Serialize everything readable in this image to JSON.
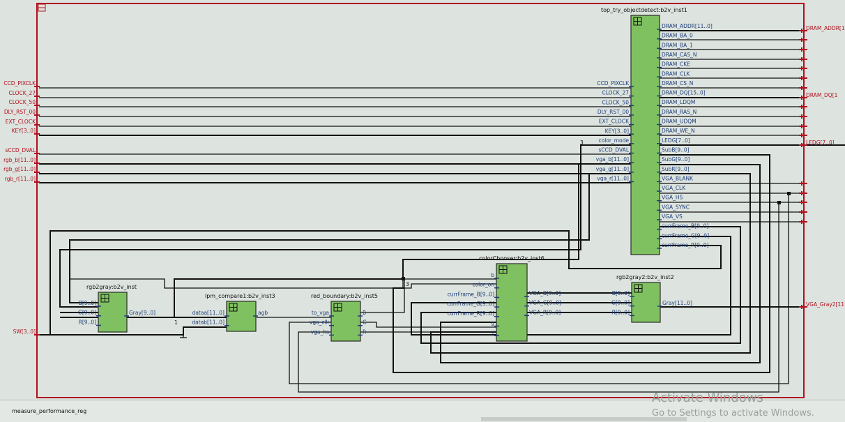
{
  "diagram": {
    "bottom_label": "measure_performance_reg",
    "watermark": {
      "line1": "Activate Windows",
      "line2": "Go to Settings to activate Windows."
    },
    "blocks": {
      "top": {
        "name": "top_try_objectdetect:b2v_inst1",
        "inputs": [
          "CCD_PIXCLK",
          "CLOCK_27",
          "CLOCK_50",
          "DLY_RST_00",
          "EXT_CLOCK",
          "KEY[3..0]",
          "color_mode",
          "sCCD_DVAL",
          "vga_b[11..0]",
          "vga_g[11..0]",
          "vga_r[11..0]"
        ],
        "outputs": [
          "DRAM_ADDR[11..0]",
          "DRAM_BA_0",
          "DRAM_BA_1",
          "DRAM_CAS_N",
          "DRAM_CKE",
          "DRAM_CLK",
          "DRAM_CS_N",
          "DRAM_DQ[15..0]",
          "DRAM_LDQM",
          "DRAM_RAS_N",
          "DRAM_UDQM",
          "DRAM_WE_N",
          "LEDG[7..0]",
          "SubB[9..0]",
          "SubG[9..0]",
          "SubR[9..0]",
          "VGA_BLANK",
          "VGA_CLK",
          "VGA_HS",
          "VGA_SYNC",
          "VGA_VS",
          "currFrame_B[9..0]",
          "currFrame_G[9..0]",
          "currFrame_R[9..0]"
        ]
      },
      "rgb2gray": {
        "name": "rgb2gray:b2v_inst",
        "inputs": [
          "B[9..0]",
          "G[9..0]",
          "R[9..0]"
        ],
        "outputs": [
          "Gray[9..0]"
        ]
      },
      "cmp": {
        "name": "lpm_compare1:b2v_inst3",
        "inputs": [
          "dataa[11..0]",
          "datab[11..0]"
        ],
        "outputs": [
          "agb"
        ]
      },
      "redb": {
        "name": "red_boundary:b2v_inst5",
        "inputs": [
          "to_vga",
          "vga_clk",
          "vga_hs"
        ],
        "outputs": [
          "B",
          "G",
          "R"
        ]
      },
      "cc": {
        "name": "colorChooser:b2v_inst6",
        "inputs": [
          "b",
          "color_on",
          "currFrame_B[9..0]",
          "currFrame_G[9..0]",
          "currFrame_R[9..0]",
          "g",
          "r"
        ],
        "outputs": [
          "VGA_B[9..0]",
          "VGA_G[9..0]",
          "VGA_R[9..0]"
        ]
      },
      "g2": {
        "name": "rgb2gray2:b2v_inst2",
        "inputs": [
          "B[9..0]",
          "G[9..0]",
          "R[9..0]"
        ],
        "outputs": [
          "Gray[11..0]"
        ]
      }
    },
    "pins_in": [
      "CCD_PIXCLK",
      "CLOCK_27",
      "CLOCK_50",
      "DLY_RST_00",
      "EXT_CLOCK",
      "KEY[3..0]",
      "sCCD_DVAL",
      "rgb_b[11..0]",
      "rgb_g[11..0]",
      "rgb_r[11..0]",
      "SW[3..0]"
    ],
    "pins_out": {
      "dram_addr": "DRAM_ADDR[1",
      "dram_dq": "DRAM_DQ[1",
      "ledg": "LEDG[7..0]",
      "vga_gray": "VGA_Gray2[11"
    },
    "bus_numbers": {
      "n1": "3",
      "n2": "3",
      "n3": "1"
    }
  }
}
